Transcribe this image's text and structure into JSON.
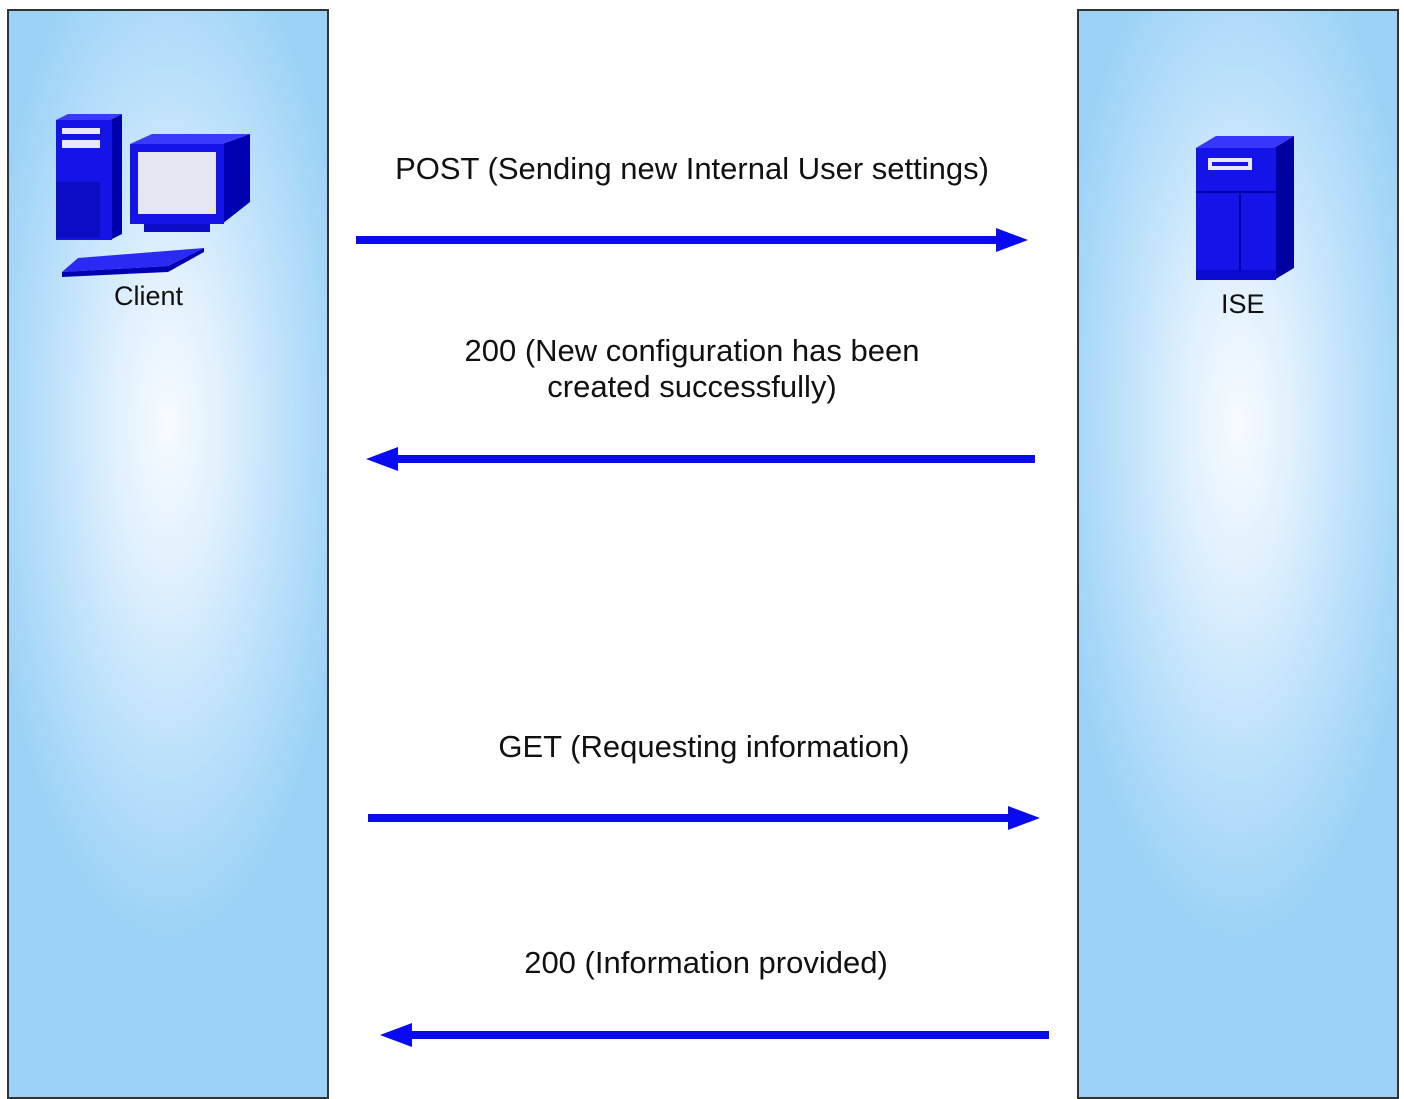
{
  "colors": {
    "arrow": "#0a0af0",
    "lane_border": "#333333",
    "icon_fill": "#1010e6"
  },
  "lanes": {
    "client": {
      "label": "Client",
      "icon": "desktop-computer-icon"
    },
    "ise": {
      "label": "ISE",
      "icon": "server-tower-icon"
    }
  },
  "messages": [
    {
      "label": "POST (Sending new Internal User settings)",
      "direction": "client-to-ise"
    },
    {
      "label": "200 (New configuration has been\ncreated successfully)",
      "direction": "ise-to-client"
    },
    {
      "label": "GET (Requesting information)",
      "direction": "client-to-ise"
    },
    {
      "label": "200 (Information provided)",
      "direction": "ise-to-client"
    }
  ]
}
